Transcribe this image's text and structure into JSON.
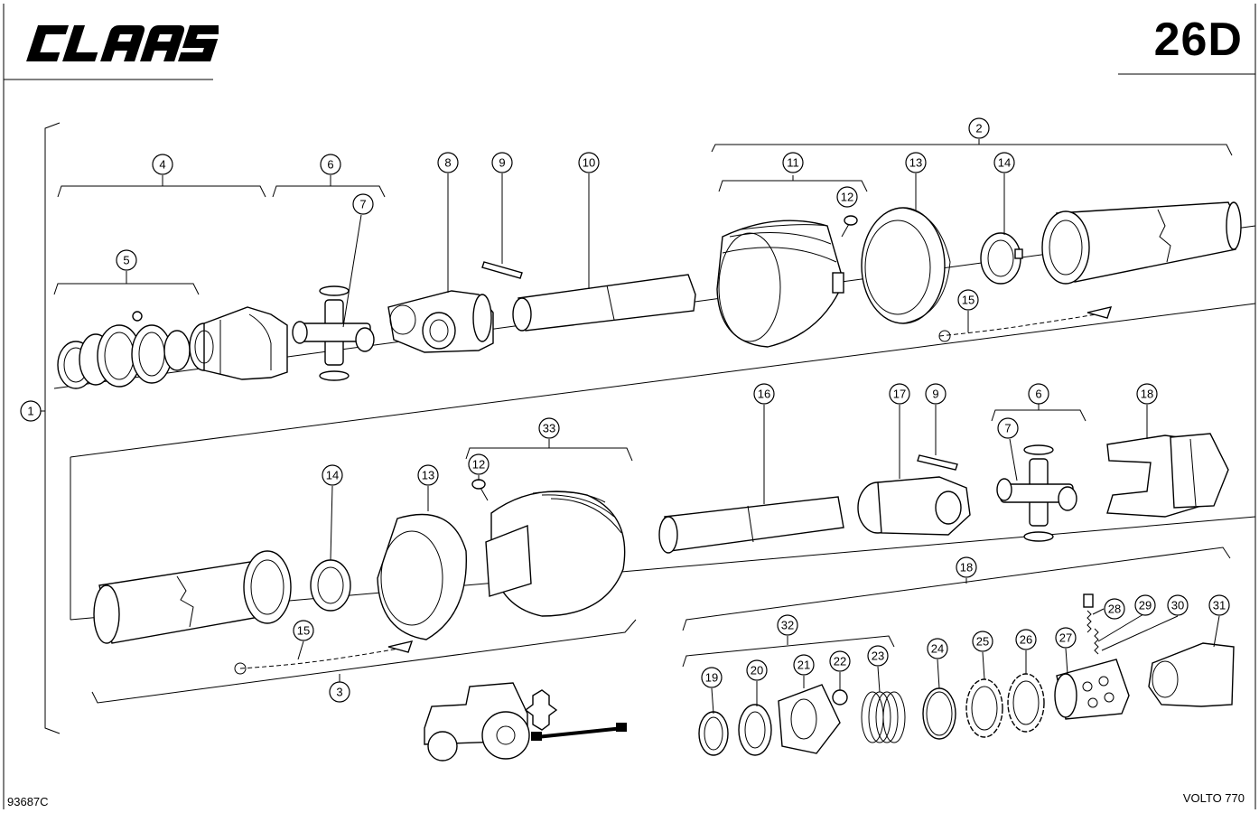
{
  "header": {
    "brand": "CLAAS",
    "page_code": "26D"
  },
  "footer": {
    "drawing_number": "93687C",
    "model": "VOLTO 770"
  },
  "callouts": {
    "c1": "1",
    "c2": "2",
    "c3": "3",
    "c4": "4",
    "c5": "5",
    "c6a": "6",
    "c6b": "6",
    "c7a": "7",
    "c7b": "7",
    "c8": "8",
    "c9a": "9",
    "c9b": "9",
    "c10": "10",
    "c11": "11",
    "c12a": "12",
    "c12b": "12",
    "c13a": "13",
    "c13b": "13",
    "c14a": "14",
    "c14b": "14",
    "c15a": "15",
    "c15b": "15",
    "c16": "16",
    "c17": "17",
    "c18a": "18",
    "c18b": "18",
    "c19": "19",
    "c20": "20",
    "c21": "21",
    "c22": "22",
    "c23": "23",
    "c24": "24",
    "c25": "25",
    "c26": "26",
    "c27": "27",
    "c28": "28",
    "c29": "29",
    "c30": "30",
    "c31": "31",
    "c32": "32",
    "c33": "33"
  }
}
